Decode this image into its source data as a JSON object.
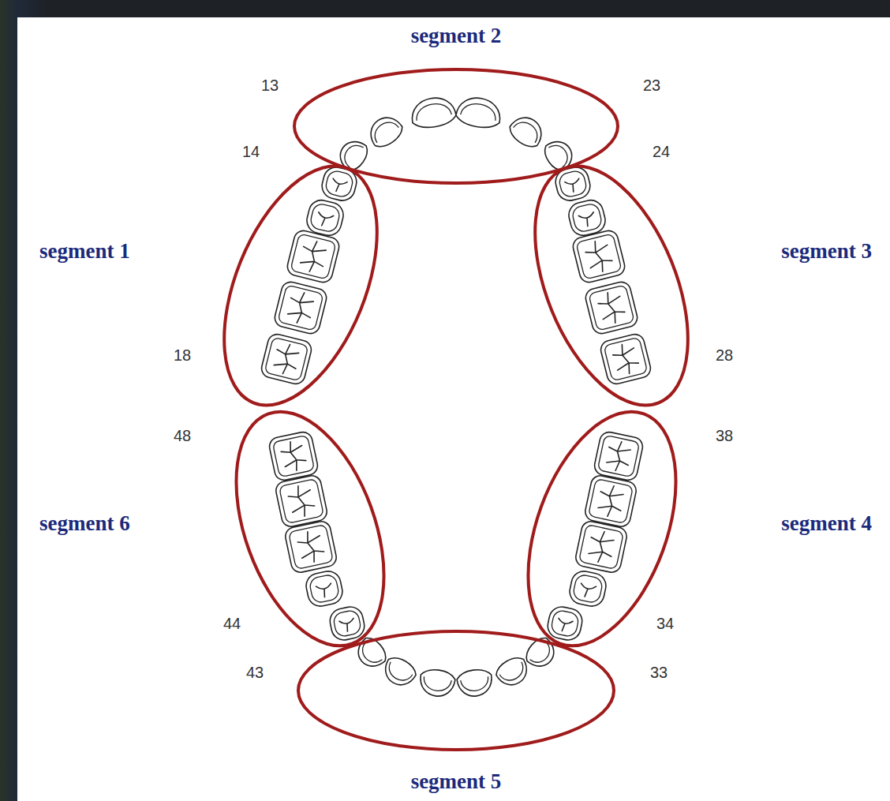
{
  "diagram": {
    "nodes": [
      {
        "text": [
          "segment 2"
        ]
      },
      {
        "text": [
          "segment 1"
        ]
      },
      {
        "text": [
          "segment 3"
        ]
      },
      {
        "text": [
          "segment 6"
        ]
      },
      {
        "text": [
          "segment 4"
        ]
      },
      {
        "text": [
          "segment 5"
        ]
      }
    ],
    "labels": [
      "13",
      "23",
      "14",
      "24",
      "18",
      "28",
      "48",
      "38",
      "44",
      "34",
      "43",
      "33"
    ]
  }
}
